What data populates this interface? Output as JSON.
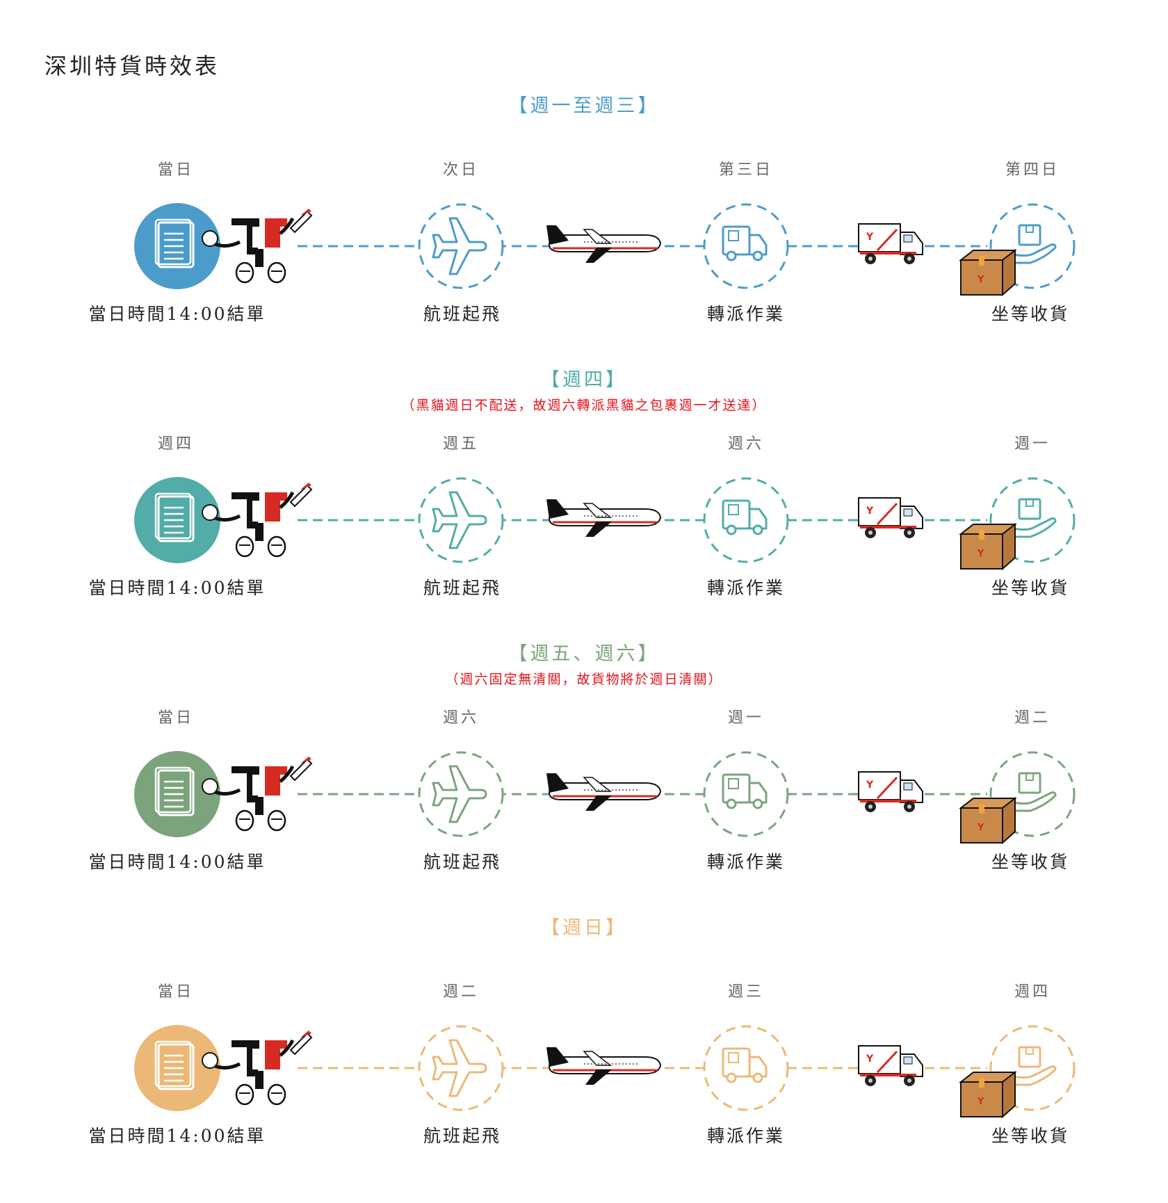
{
  "page_title": "深圳特貨時效表",
  "sections": [
    {
      "title": "【週一至週三】",
      "note": "",
      "color": "#4b9ccb",
      "days": [
        "當日",
        "次日",
        "第三日",
        "第四日"
      ],
      "steps": [
        "當日時間14:00結單",
        "航班起飛",
        "轉派作業",
        "坐等收貨"
      ]
    },
    {
      "title": "【週四】",
      "note": "（黑貓週日不配送，故週六轉派黑貓之包裹週一才送達）",
      "color": "#52aca7",
      "days": [
        "週四",
        "週五",
        "週六",
        "週一"
      ],
      "steps": [
        "當日時間14:00結單",
        "航班起飛",
        "轉派作業",
        "坐等收貨"
      ]
    },
    {
      "title": "【週五、週六】",
      "note": "（週六固定無清關，故貨物將於週日清關）",
      "color": "#7ba47c",
      "days": [
        "當日",
        "週六",
        "週一",
        "週二"
      ],
      "steps": [
        "當日時間14:00結單",
        "航班起飛",
        "轉派作業",
        "坐等收貨"
      ]
    },
    {
      "title": "【週日】",
      "note": "",
      "color": "#ecb877",
      "days": [
        "當日",
        "週二",
        "週三",
        "週四"
      ],
      "steps": [
        "當日時間14:00結單",
        "航班起飛",
        "轉派作業",
        "坐等收貨"
      ]
    }
  ],
  "icons": [
    "document-icon",
    "mascot-icon",
    "airplane-icon",
    "jet-icon",
    "delivery-van-icon",
    "truck-icon",
    "hand-package-icon",
    "cardboard-box-icon"
  ]
}
